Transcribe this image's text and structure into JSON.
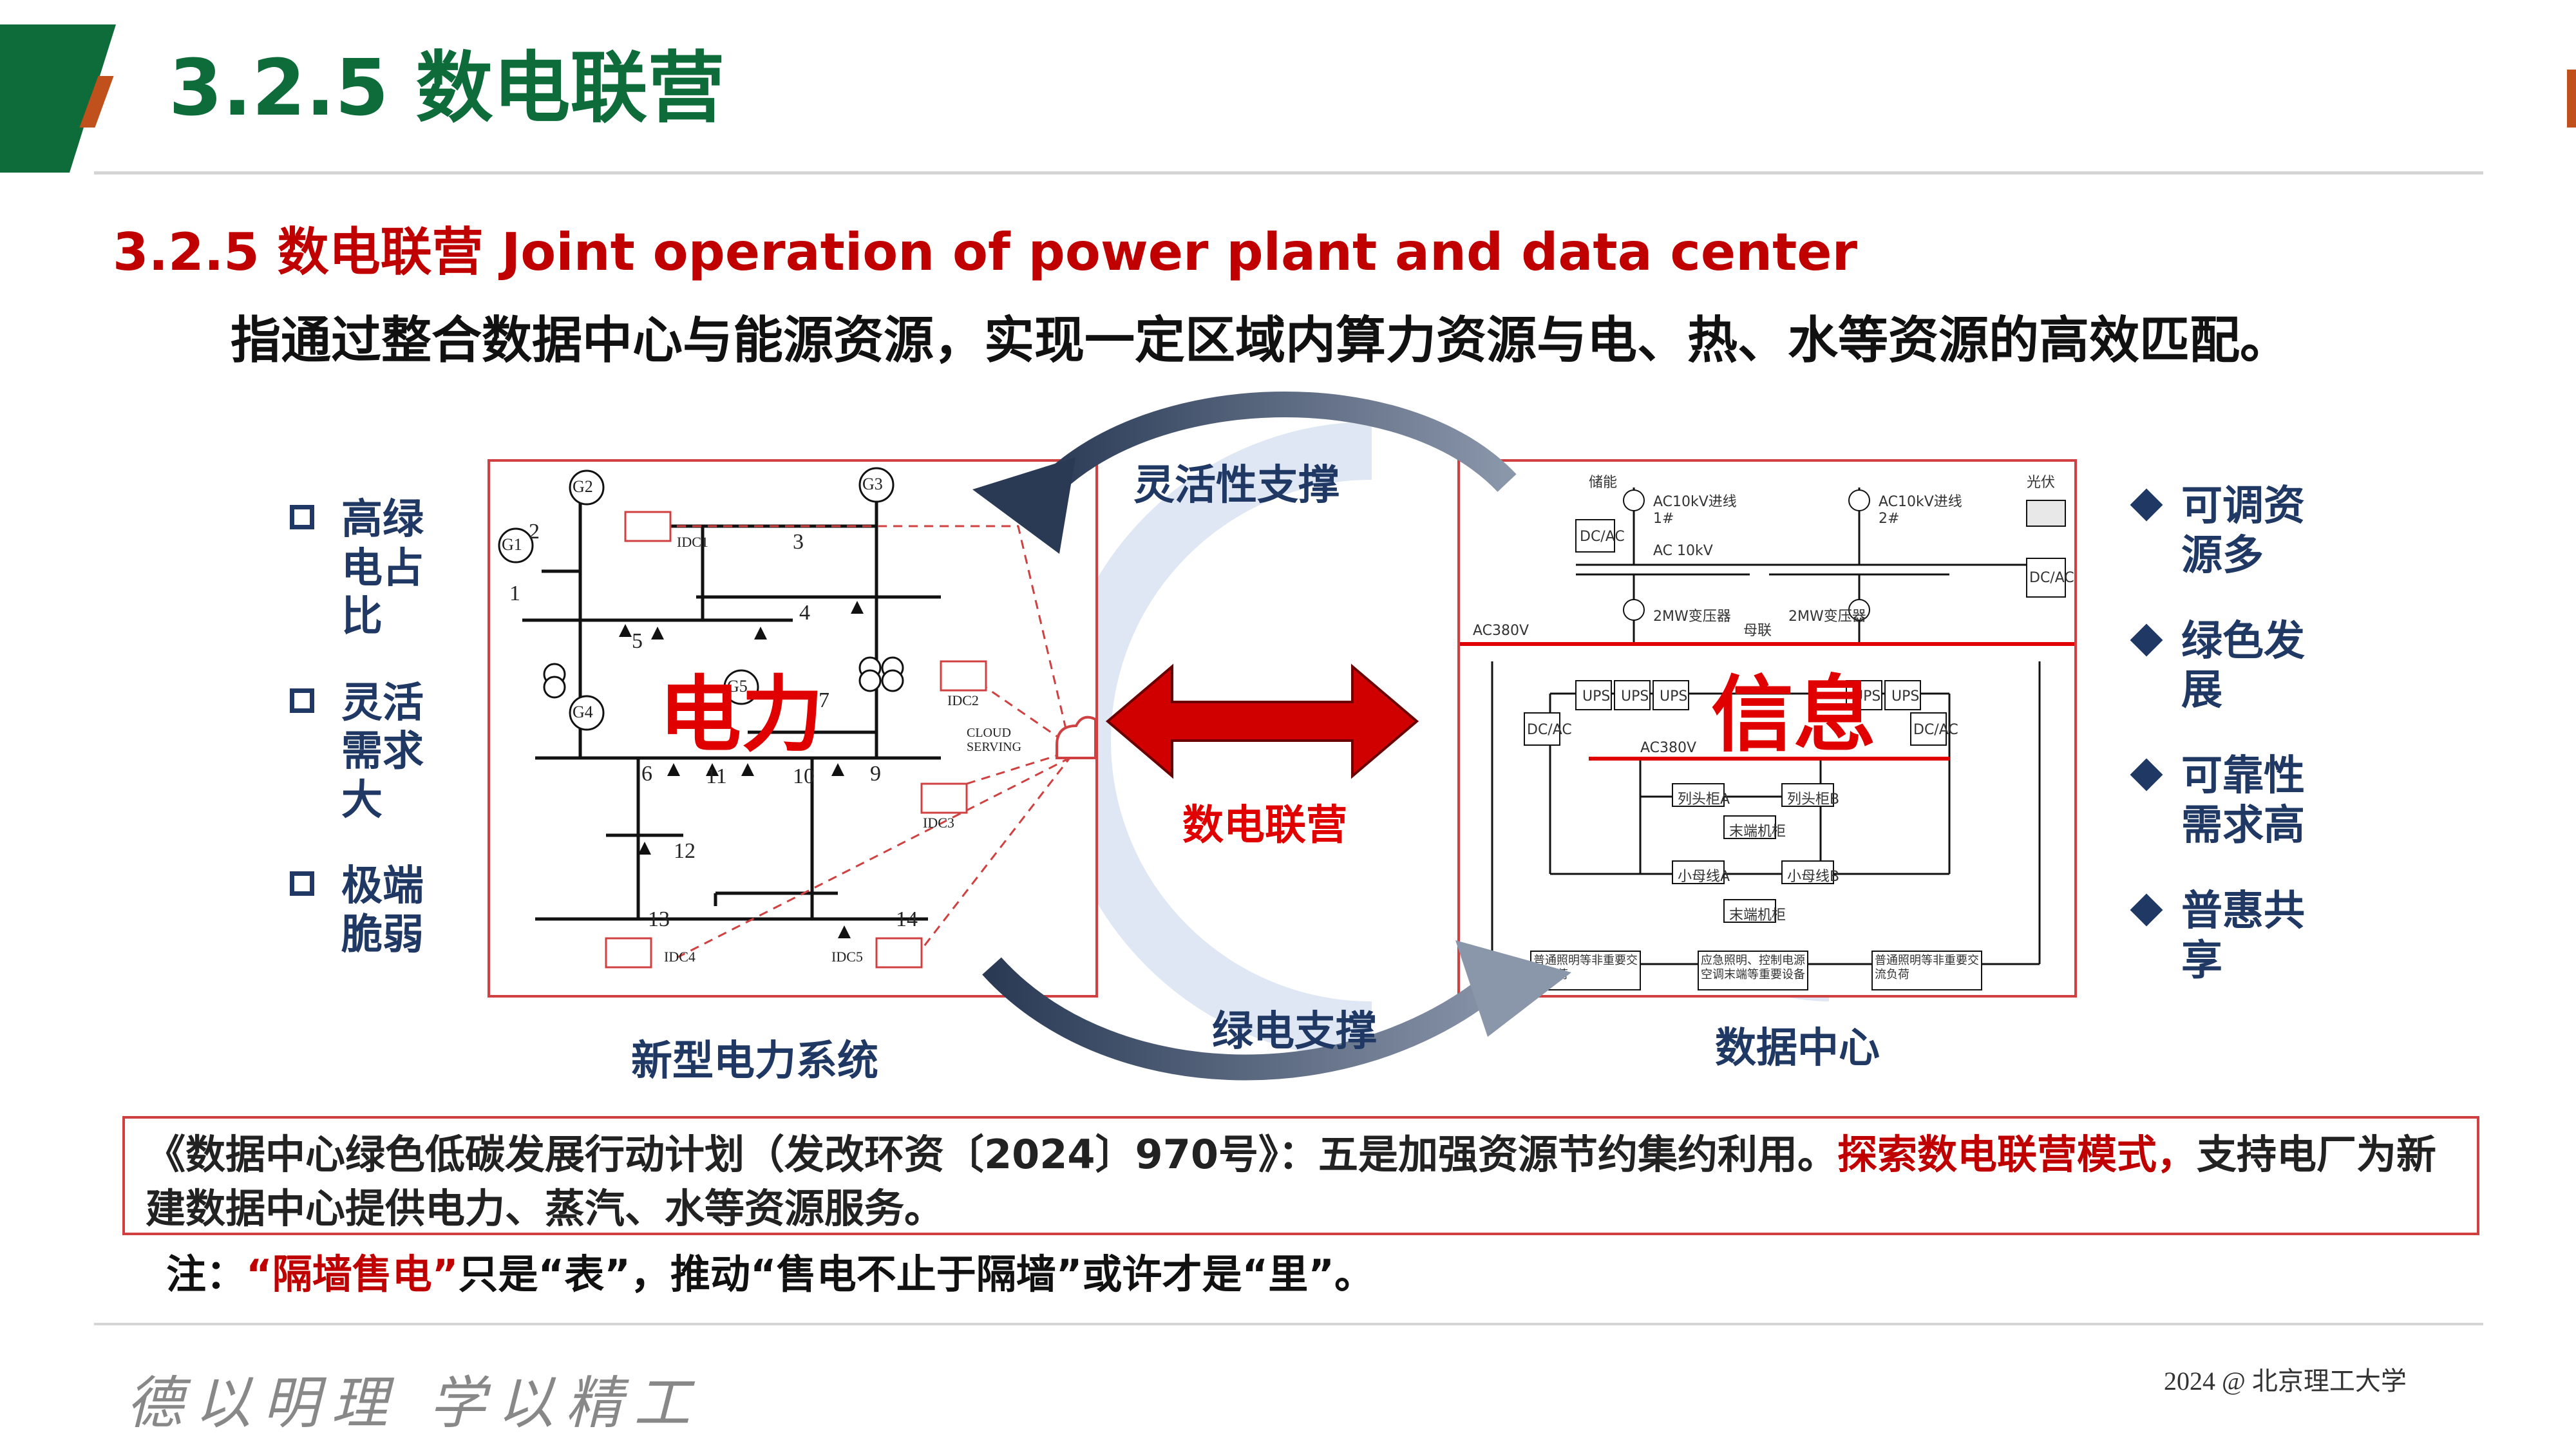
{
  "header": {
    "title": "3.2.5  数电联营"
  },
  "section": {
    "heading": "3.2.5  数电联营 Joint operation of power plant and data center"
  },
  "lead": "指通过整合数据中心与能源资源，实现一定区域内算力资源与电、热、水等资源的高效匹配。",
  "left_bullets": [
    "高绿电占比",
    "灵活需求大",
    "极端脆弱"
  ],
  "right_bullets": [
    "可调资源多",
    "绿色发展",
    "可靠性需求高",
    "普惠共享"
  ],
  "diagram": {
    "power_label": "电力",
    "info_label": "信息",
    "top_arrow_label": "灵活性支撑",
    "middle_label": "数电联营",
    "bottom_arrow_label": "绿电支撑",
    "power_caption": "新型电力系统",
    "dc_caption": "数据中心",
    "cloud_label": "CLOUD SERVING",
    "idc_labels": [
      "IDC1",
      "IDC2",
      "IDC3",
      "IDC4",
      "IDC5"
    ],
    "generator_labels": [
      "G1",
      "G2",
      "G3",
      "G4",
      "G5"
    ],
    "bus_numbers": [
      "1",
      "2",
      "3",
      "4",
      "5",
      "6",
      "7",
      "9",
      "10",
      "11",
      "12",
      "13",
      "14"
    ],
    "dc_texts": {
      "storage": "储能",
      "pv": "光伏",
      "ac_line1": "AC10kV进线 1#",
      "ac_line2": "AC10kV进线 2#",
      "ac10kv": "AC 10kV",
      "tf1": "2MW变压器",
      "tf2": "2MW变压器",
      "coupler": "母联",
      "ac380_left": "AC380V",
      "ac380_mid": "AC380V",
      "dc_ac": "DC/AC",
      "ups": "UPS",
      "head_a": "列头柜A",
      "head_b": "列头柜B",
      "end_a": "末端机柜",
      "end_b": "末端机柜",
      "small_a": "小母线A",
      "small_b": "小母线B",
      "load1": "普通照明等非重要交流负荷",
      "load2": "应急照明、控制电源空调末端等重要设备",
      "load3": "普通照明等非重要交流负荷"
    }
  },
  "quote": {
    "part1": "《数据中心绿色低碳发展行动计划（发改环资〔2024〕970号》：五是加强资源节约集约利用。",
    "highlight": "探索数电联营模式，",
    "part2": "支持电厂为新建数据中心提供电力、蒸汽、水等资源服务。"
  },
  "note": {
    "prefix": "注：",
    "highlight": "“隔墙售电”",
    "rest": "只是“表”，推动“售电不止于隔墙”或许才是“里”。"
  },
  "footer": {
    "motto": "德以明理  学以精工",
    "right": "2024 @ 北京理工大学"
  },
  "colors": {
    "brand_green": "#0e6b3a",
    "heading_red": "#c00000",
    "navy": "#1f3864",
    "border_red": "#d04040",
    "accent_orange": "#c0501c"
  }
}
